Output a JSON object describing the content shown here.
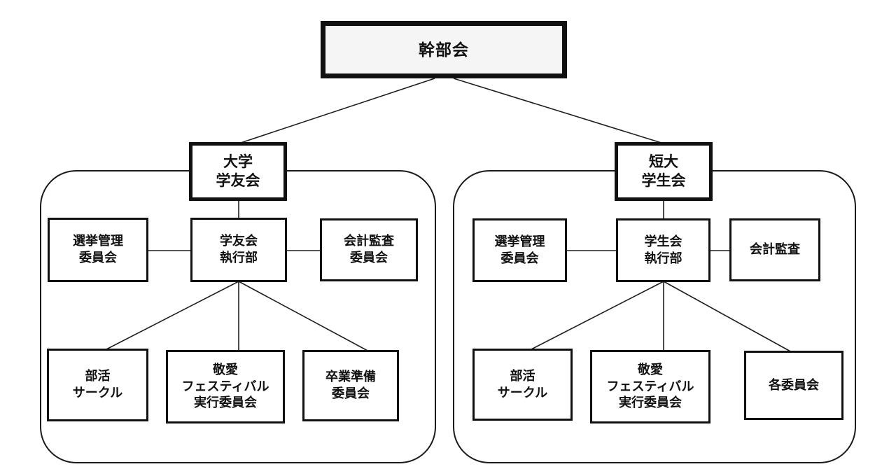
{
  "diagram": {
    "title": "student-organization-chart",
    "root": {
      "label": "幹部会"
    },
    "branches": [
      {
        "title": "大学\n学友会",
        "middle_row": [
          {
            "label": "選挙管理\n委員会"
          },
          {
            "label": "学友会\n執行部"
          },
          {
            "label": "会計監査\n委員会"
          }
        ],
        "bottom_row": [
          {
            "label": "部活\nサークル"
          },
          {
            "label": "敬愛\nフェスティバル\n実行委員会"
          },
          {
            "label": "卒業準備\n委員会"
          }
        ]
      },
      {
        "title": "短大\n学生会",
        "middle_row": [
          {
            "label": "選挙管理\n委員会"
          },
          {
            "label": "学生会\n執行部"
          },
          {
            "label": "会計監査"
          }
        ],
        "bottom_row": [
          {
            "label": "部活\nサークル"
          },
          {
            "label": "敬愛\nフェスティバル\n実行委員会"
          },
          {
            "label": "各委員会"
          }
        ]
      }
    ],
    "colors": {
      "box_border": "#111111",
      "root_fill": "#f5f5f5",
      "line": "#1f1f1f",
      "background": "#ffffff"
    }
  }
}
